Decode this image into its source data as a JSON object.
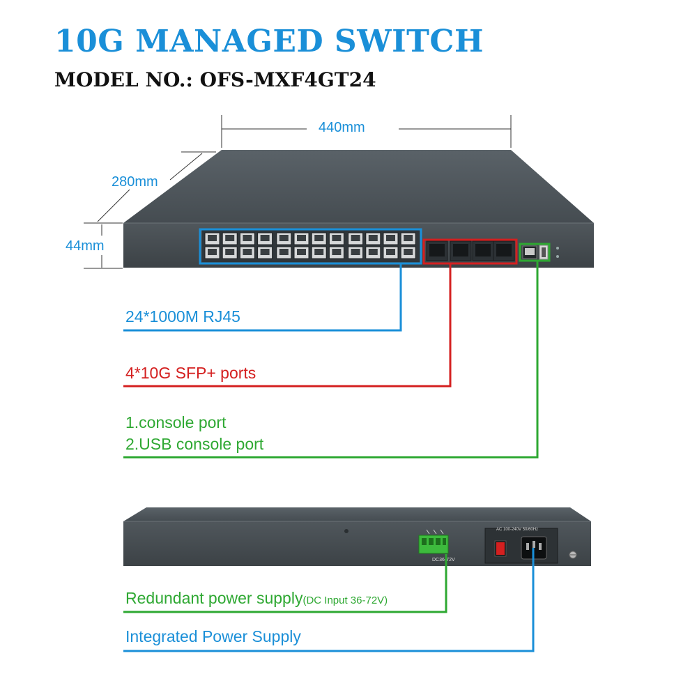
{
  "header": {
    "title": "10G MANAGED SWITCH",
    "model": "MODEL NO.: OFS-MXF4GT24"
  },
  "dimensions": {
    "width": "440mm",
    "depth": "280mm",
    "height": "44mm"
  },
  "front_labels": {
    "rj45": "24*1000M RJ45",
    "sfp": "4*10G SFP+ ports",
    "console1": "1.console port",
    "console2": "2.USB console port"
  },
  "rear_labels": {
    "redundant": "Redundant power supply",
    "redundant_note": "(DC Input 36-72V)",
    "integrated": "Integrated Power Supply",
    "dc_terminal": "DC36-72V",
    "ac_label": "AC 100-240V 50/60Hz"
  },
  "colors": {
    "blue": "#1a8fd8",
    "red": "#d42020",
    "green": "#2ea832",
    "chassis": "#4a5156"
  },
  "icons": {
    "rj45_port": "rj45-port-icon",
    "sfp_port": "sfp-port-icon",
    "console": "console-port-icon",
    "power_switch": "power-switch-icon",
    "ac_inlet": "ac-inlet-icon",
    "ground": "ground-screw-icon"
  }
}
